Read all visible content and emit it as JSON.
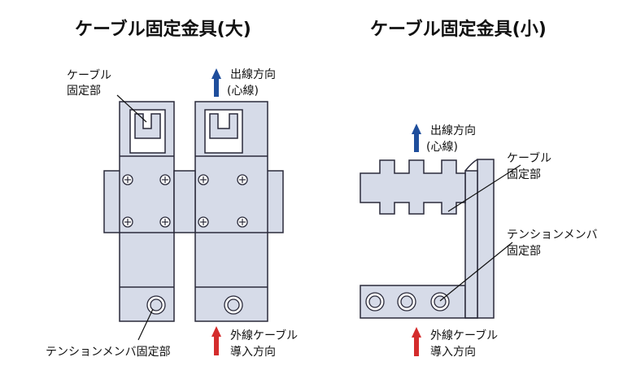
{
  "titles": {
    "large": "ケーブル固定金具(大)",
    "small": "ケーブル固定金具(小)"
  },
  "labels": {
    "large_cable_fixing_l1": "ケーブル",
    "large_cable_fixing_l2": "固定部",
    "large_out_dir_l1": "出線方向",
    "large_out_dir_l2": "(心線)",
    "large_in_dir_l1": "外線ケーブル",
    "large_in_dir_l2": "導入方向",
    "large_tension": "テンションメンバ固定部",
    "small_out_dir_l1": "出線方向",
    "small_out_dir_l2": "(心線)",
    "small_cable_fixing_l1": "ケーブル",
    "small_cable_fixing_l2": "固定部",
    "small_tension_l1": "テンションメンバ",
    "small_tension_l2": "固定部",
    "small_in_dir_l1": "外線ケーブル",
    "small_in_dir_l2": "導入方向"
  },
  "colors": {
    "metal": "#d6dbe8",
    "stroke": "#2a2a3a",
    "arrow_out": "#1f4e9c",
    "arrow_in": "#d42c2c"
  }
}
